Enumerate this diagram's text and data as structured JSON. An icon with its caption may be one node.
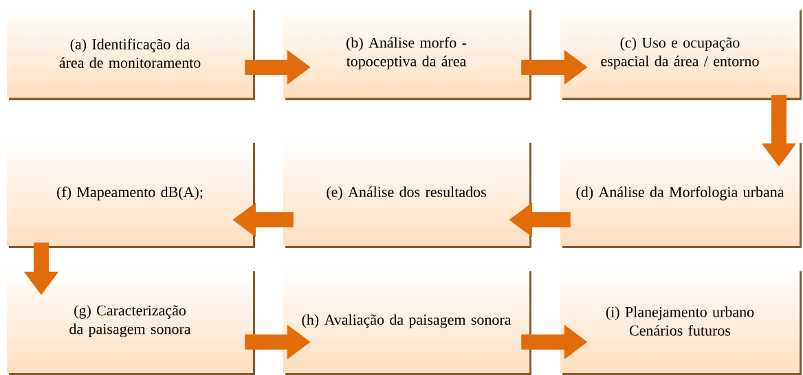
{
  "diagram": {
    "nodes": [
      {
        "text": [
          "(a) Identificação da área de monitoramento"
        ]
      },
      {
        "text": [
          "(b) Análise morfo - topoceptiva da área"
        ]
      },
      {
        "text": [
          "(c) Uso e ocupação espacial da área / entorno"
        ]
      },
      {
        "text": [
          "(d) Análise da Morfologia urbana"
        ]
      },
      {
        "text": [
          "(e) Análise dos resultados"
        ]
      },
      {
        "text": [
          "(f) Mapeamento dB(A);"
        ]
      },
      {
        "text": [
          "(g) Caracterização da paisagem sonora"
        ]
      },
      {
        "text": [
          "(h) Avaliação da paisagem sonora"
        ]
      },
      {
        "text": [
          "(i) Planejamento urbano Cenários futuros"
        ]
      }
    ],
    "edges": [
      {
        "from": 0,
        "to": 1,
        "arrow": "to"
      },
      {
        "from": 1,
        "to": 2,
        "arrow": "to"
      },
      {
        "from": 2,
        "to": 3,
        "arrow": "to"
      },
      {
        "from": 3,
        "to": 4,
        "arrow": "to"
      },
      {
        "from": 4,
        "to": 5,
        "arrow": "to"
      },
      {
        "from": 5,
        "to": 6,
        "arrow": "to"
      },
      {
        "from": 6,
        "to": 7,
        "arrow": "to"
      },
      {
        "from": 7,
        "to": 8,
        "arrow": "to"
      }
    ]
  }
}
